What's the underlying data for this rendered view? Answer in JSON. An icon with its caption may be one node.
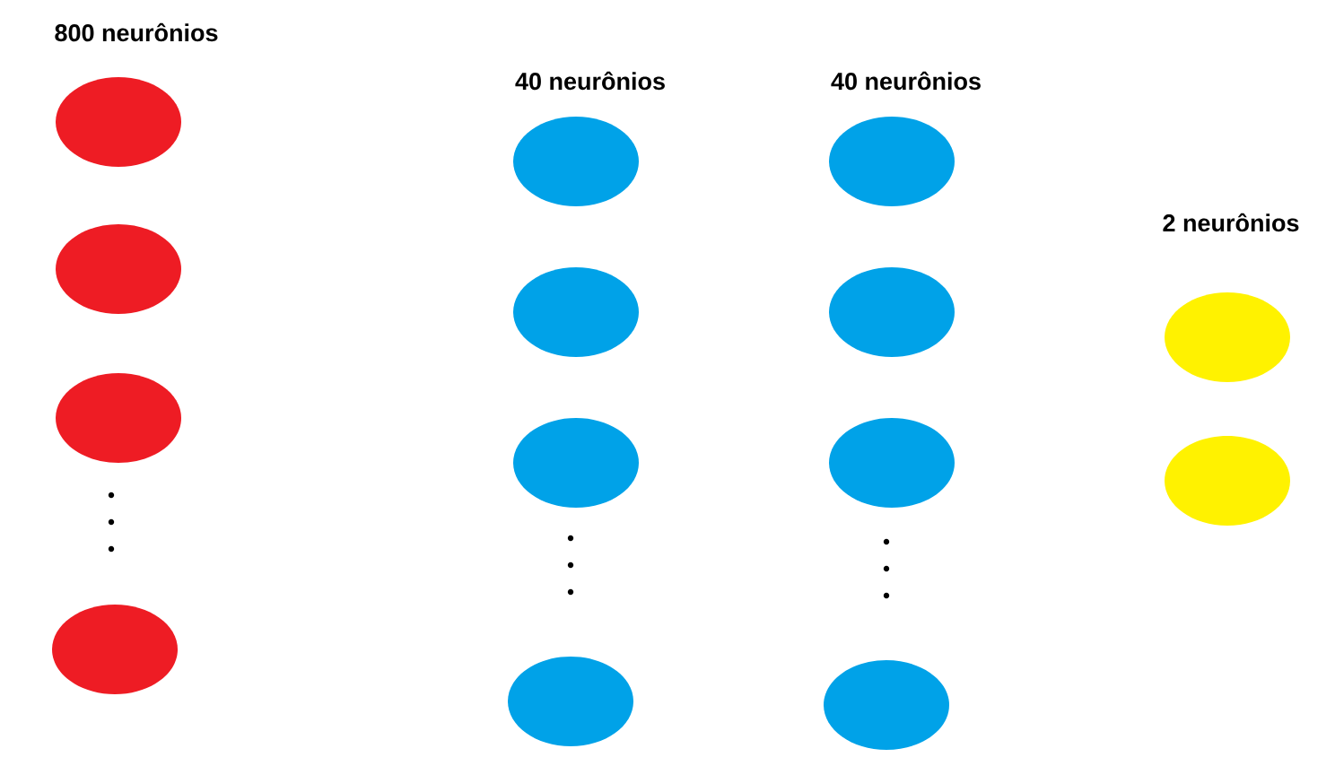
{
  "diagram": {
    "nodes": [
      {
        "text": [],
        "shape": "ellipse"
      },
      {
        "text": [],
        "shape": "ellipse"
      },
      {
        "text": [],
        "shape": "ellipse"
      },
      {
        "text": [],
        "shape": "ellipse"
      },
      {
        "text": [],
        "shape": "ellipse"
      },
      {
        "text": [],
        "shape": "ellipse"
      },
      {
        "text": [],
        "shape": "ellipse"
      },
      {
        "text": [],
        "shape": "ellipse"
      },
      {
        "text": [],
        "shape": "ellipse"
      },
      {
        "text": [],
        "shape": "ellipse"
      },
      {
        "text": [],
        "shape": "ellipse"
      },
      {
        "text": [],
        "shape": "ellipse"
      },
      {
        "text": [],
        "shape": "ellipse"
      },
      {
        "text": [],
        "shape": "ellipse"
      }
    ],
    "labels": [
      "800 neurônios",
      "40 neurônios",
      "40 neurônios",
      "2 neurônios"
    ]
  }
}
